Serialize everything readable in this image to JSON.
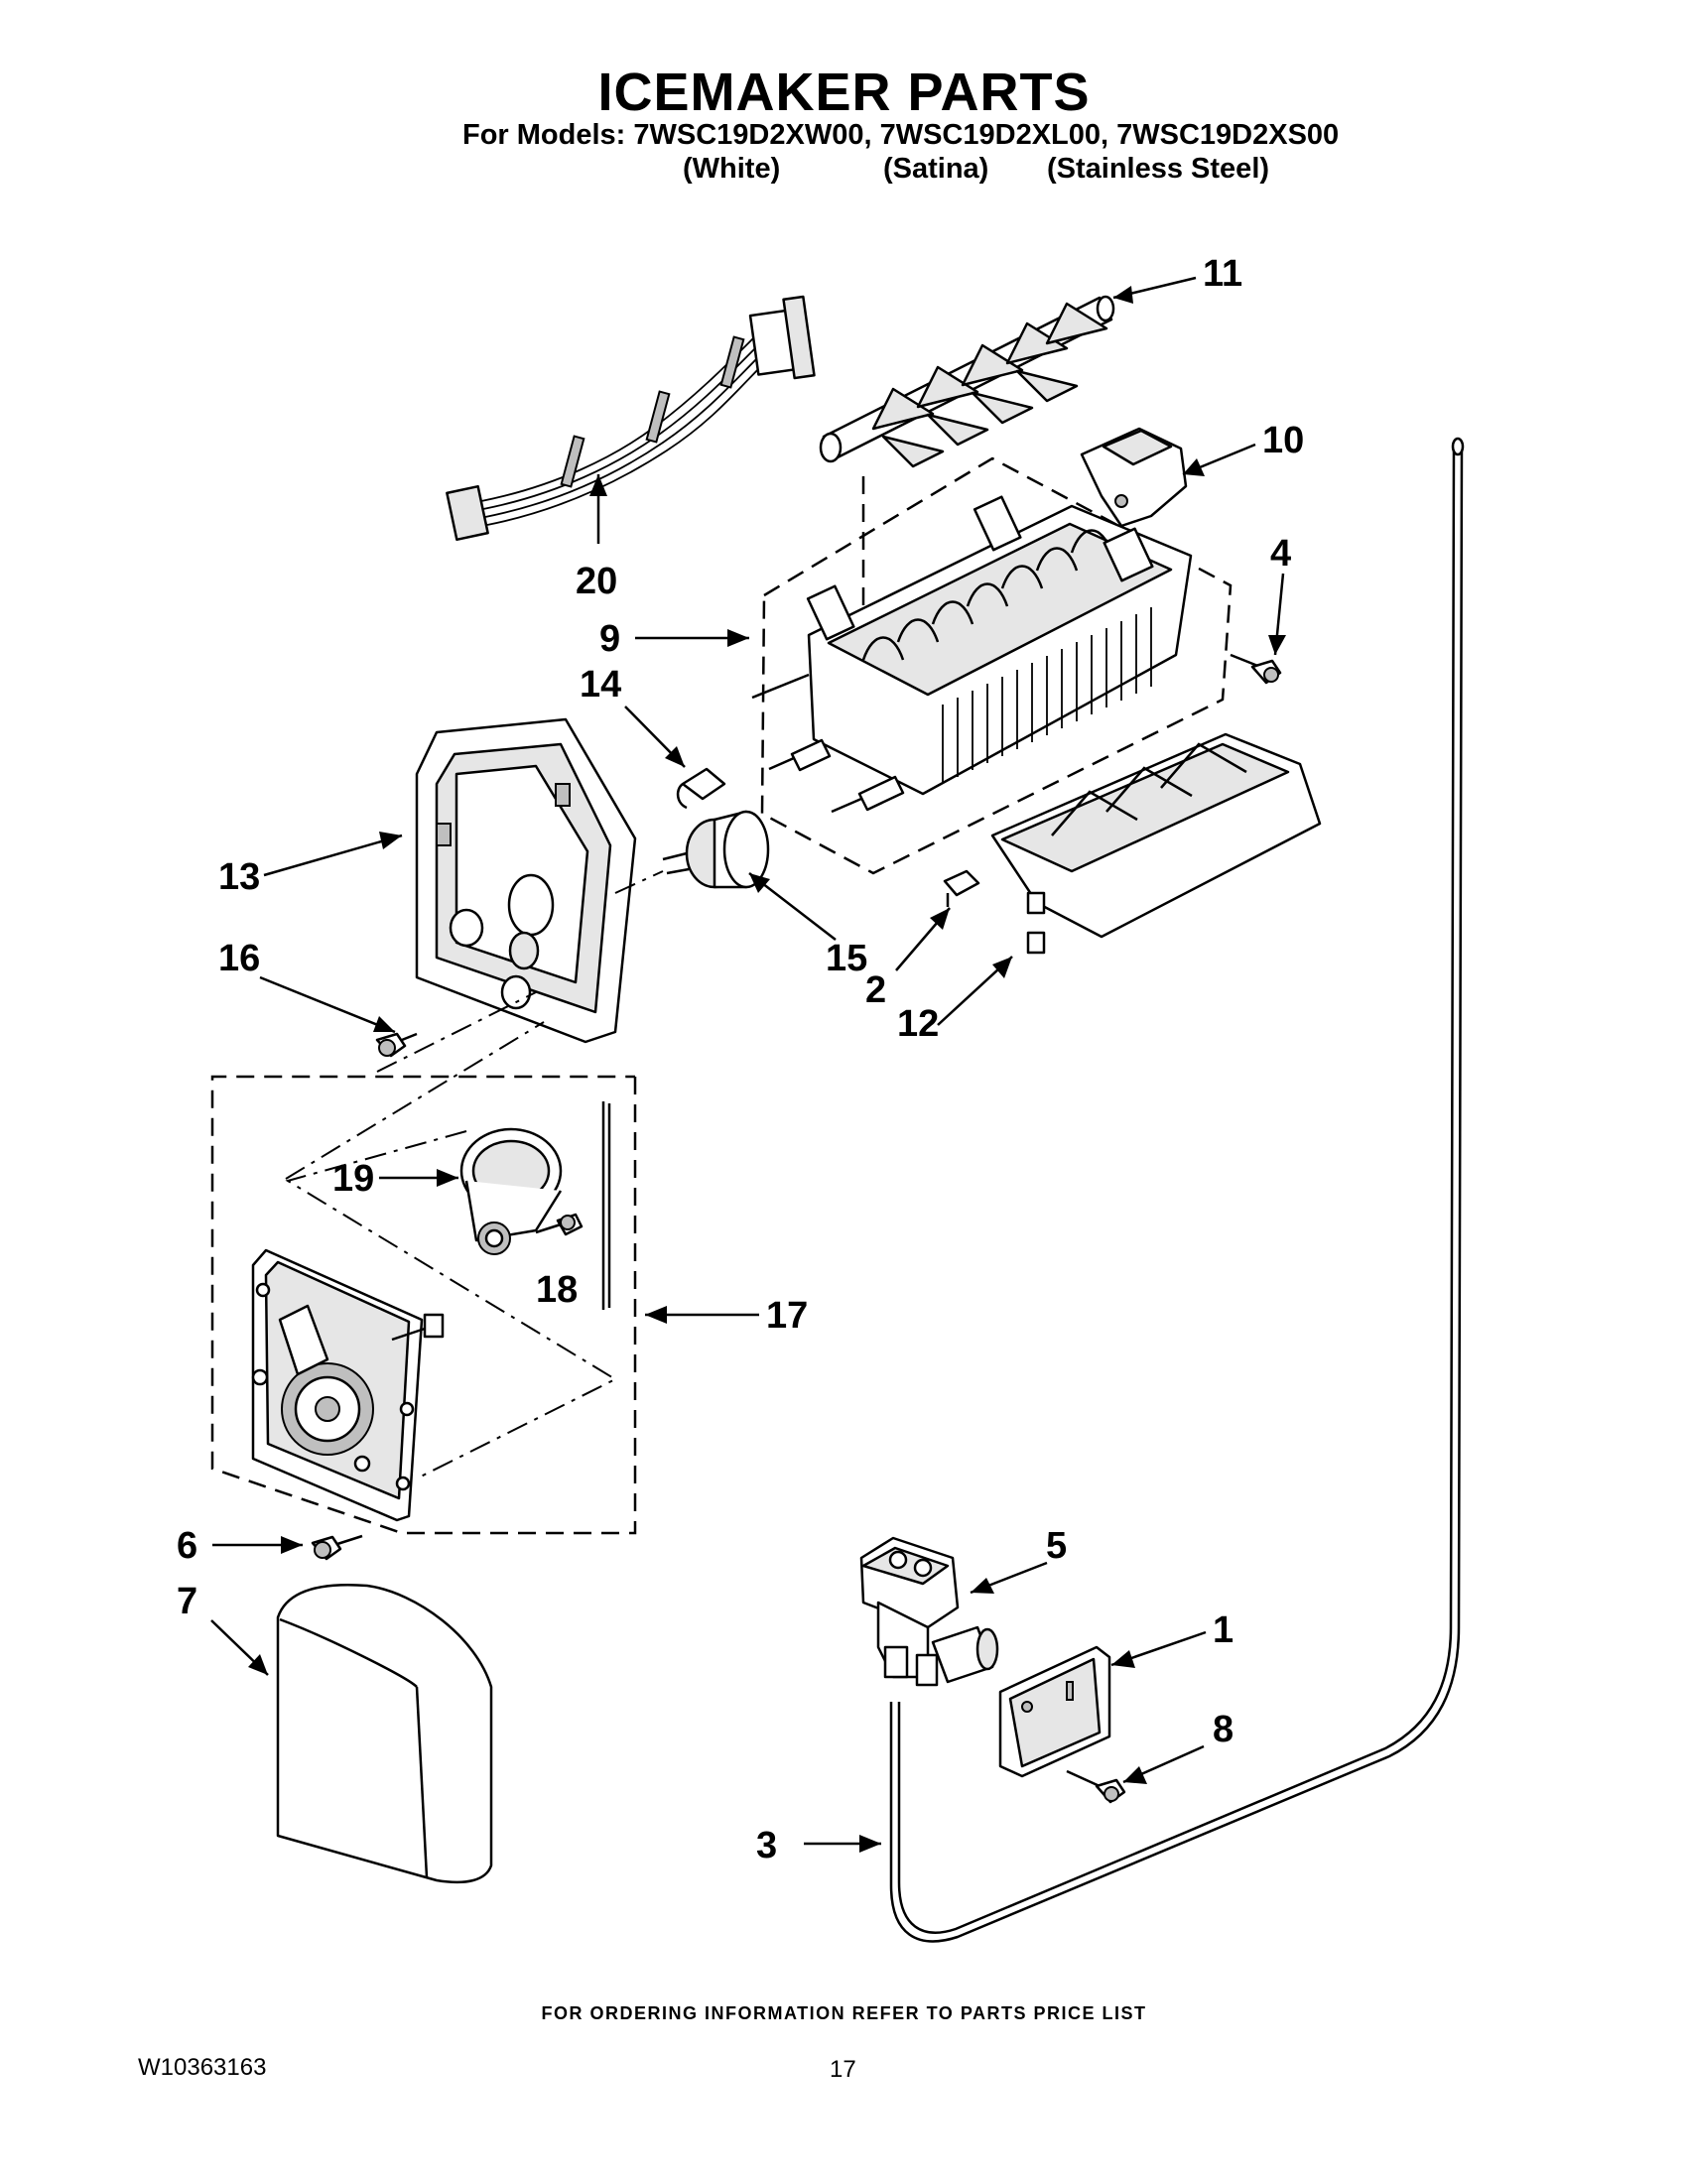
{
  "header": {
    "title": "ICEMAKER PARTS",
    "models_line": "For Models: 7WSC19D2XW00, 7WSC19D2XL00, 7WSC19D2XS00",
    "colors": [
      "(White)",
      "(Satina)",
      "(Stainless Steel)"
    ]
  },
  "parts": {
    "p1": "1",
    "p2": "2",
    "p3": "3",
    "p4": "4",
    "p5": "5",
    "p6": "6",
    "p7": "7",
    "p8": "8",
    "p9": "9",
    "p10": "10",
    "p11": "11",
    "p12": "12",
    "p13": "13",
    "p14": "14",
    "p15": "15",
    "p16": "16",
    "p17": "17",
    "p18": "18",
    "p19": "19",
    "p20": "20"
  },
  "footer": {
    "ordering_note": "FOR ORDERING INFORMATION REFER TO PARTS PRICE LIST",
    "document_number": "W10363163",
    "page_number": "17"
  }
}
